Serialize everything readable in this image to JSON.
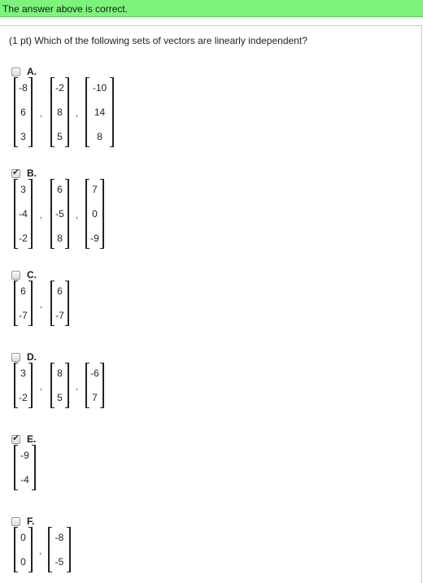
{
  "feedback": "The answer above is correct.",
  "question": "(1 pt) Which of the following sets of vectors are linearly independent?",
  "colors": {
    "banner": "#7cf47c",
    "border": "#c9c9c9"
  },
  "options": [
    {
      "letter": "A.",
      "checked": false,
      "vectors": [
        [
          "-8",
          "6",
          "3"
        ],
        [
          "-2",
          "8",
          "5"
        ],
        [
          "-10",
          "14",
          "8"
        ]
      ]
    },
    {
      "letter": "B.",
      "checked": true,
      "vectors": [
        [
          "3",
          "-4",
          "-2"
        ],
        [
          "6",
          "-5",
          "8"
        ],
        [
          "7",
          "0",
          "-9"
        ]
      ]
    },
    {
      "letter": "C.",
      "checked": false,
      "vectors": [
        [
          "6",
          "-7"
        ],
        [
          "6",
          "-7"
        ]
      ]
    },
    {
      "letter": "D.",
      "checked": false,
      "vectors": [
        [
          "3",
          "-2"
        ],
        [
          "8",
          "5"
        ],
        [
          "-6",
          "7"
        ]
      ]
    },
    {
      "letter": "E.",
      "checked": true,
      "vectors": [
        [
          "-9",
          "-4"
        ]
      ]
    },
    {
      "letter": "F.",
      "checked": false,
      "vectors": [
        [
          "0",
          "0"
        ],
        [
          "-8",
          "-5"
        ]
      ]
    }
  ]
}
